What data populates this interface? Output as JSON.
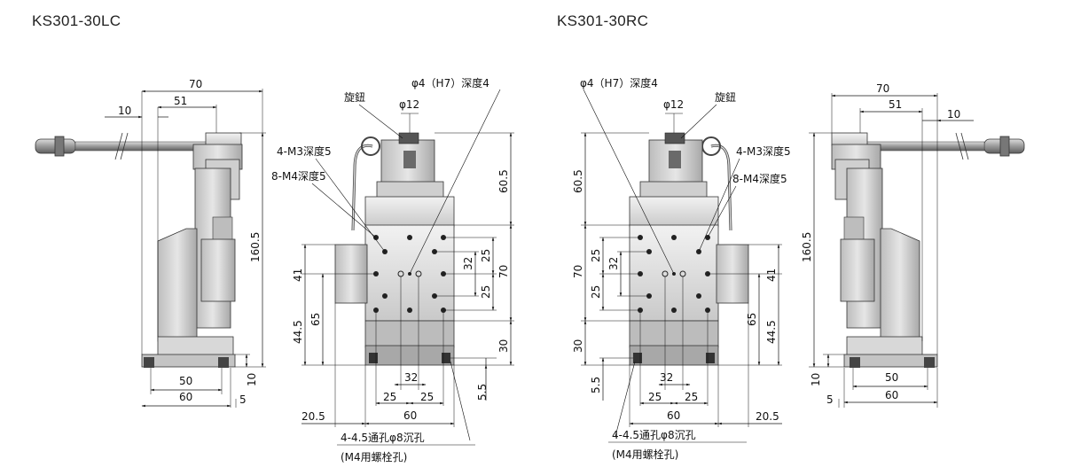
{
  "left": {
    "title": "KS301-30LC",
    "dims": {
      "d70": "70",
      "d51": "51",
      "d10": "10",
      "d160_5": "160.5",
      "d10b": "10",
      "d5": "5",
      "d50": "50",
      "d60": "60",
      "d60_5": "60.5",
      "d25a": "25",
      "d32": "32",
      "d70v": "70",
      "d25b": "25",
      "d41": "41",
      "d65": "65",
      "d44_5": "44.5",
      "d30": "30",
      "d5_5": "5.5",
      "d32b": "32",
      "d25c": "25",
      "d25d": "25",
      "d60b": "60",
      "d20_5": "20.5",
      "phi12": "φ12"
    },
    "labels": {
      "knob": "旋鈕",
      "pin": "φ4（H7）深度4",
      "m3": "4-M3深度5",
      "m4": "8-M4深度5",
      "hole": "4-4.5通孔φ8沉孔",
      "bolt": "(M4用螺栓孔)"
    }
  },
  "right": {
    "title": "KS301-30RC",
    "dims": {
      "d70": "70",
      "d51": "51",
      "d10": "10",
      "d160_5": "160.5",
      "d10b": "10",
      "d5": "5",
      "d50": "50",
      "d60": "60",
      "d60_5": "60.5",
      "d25a": "25",
      "d32": "32",
      "d70v": "70",
      "d25b": "25",
      "d41": "41",
      "d65": "65",
      "d44_5": "44.5",
      "d30": "30",
      "d5_5": "5.5",
      "d32b": "32",
      "d25c": "25",
      "d25d": "25",
      "d60b": "60",
      "d20_5": "20.5",
      "phi12": "φ12"
    },
    "labels": {
      "knob": "旋鈕",
      "pin": "φ4（H7）深度4",
      "m3": "4-M3深度5",
      "m4": "8-M4深度5",
      "hole": "4-4.5通孔φ8沉孔",
      "bolt": "(M4用螺栓孔)"
    }
  }
}
